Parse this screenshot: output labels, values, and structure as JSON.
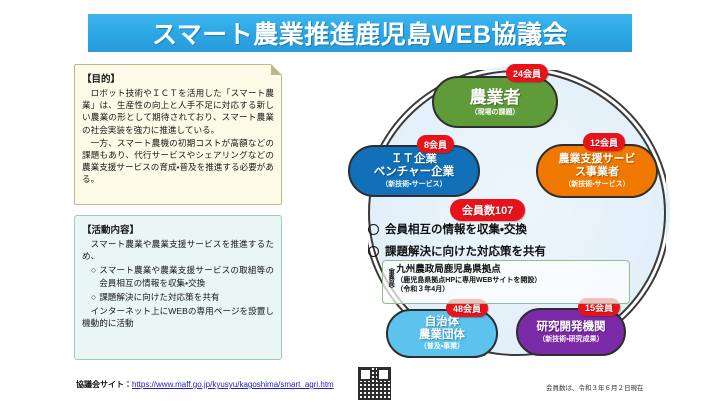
{
  "header": {
    "title": "スマート農業推進鹿児島WEB協議会"
  },
  "purpose_panel": {
    "heading": "【目的】",
    "paragraphs": [
      "ロボット技術やＩＣＴを活用した「スマート農業」は、生産性の向上と人手不足に対応する新しい農業の形として期待されており、スマート農業の社会実装を強力に推進している。",
      "一方、スマート農機の初期コストが高額などの課題もあり、代行サービスやシェアリングなどの農業支援サービスの育成・普及を推進する必要がある。"
    ]
  },
  "activity_panel": {
    "heading": "【活動内容】",
    "lead": "スマート農業や農業支援サービスを推進するため、",
    "bullets": [
      {
        "marker": "○",
        "text": "スマート農業や農業支援サービスの取組等の会員相互の情報を収集・交換"
      },
      {
        "marker": "○",
        "text": "課題解決に向けた対応策を共有"
      }
    ],
    "closing": "インターネット上にWEBの専用ページを設置し機動的に活動"
  },
  "diagram": {
    "total_badge": "会員数107",
    "nodes": [
      {
        "id": "farmer",
        "name": "農業者",
        "name2": "",
        "sub": "（現場の課題）",
        "badge": "24会員",
        "color": "#5f9b38"
      },
      {
        "id": "it",
        "name": "ＩＴ企業",
        "name2": "ベンチャー企業",
        "sub": "（新技術・サービス）",
        "badge": "8会員",
        "color": "#1270b8"
      },
      {
        "id": "support",
        "name": "農業支援サービ",
        "name2": "ス事業者",
        "sub": "（新技術・サービス）",
        "badge": "12会員",
        "color": "#f07800"
      },
      {
        "id": "local",
        "name": "自治体",
        "name2": "農業団体",
        "sub": "（普及・事業）",
        "badge": "48会員",
        "color": "#5cc2ee"
      },
      {
        "id": "rd",
        "name": "研究開発機関",
        "name2": "",
        "sub": "（新技術・研究成果）",
        "badge": "15会員",
        "color": "#7b2aa8"
      }
    ],
    "center_items": [
      "会員相互の情報を収集・交換",
      "課題解決に向けた対応策を共有"
    ],
    "office": {
      "label": "（事務局）",
      "line1": "九州農政局鹿児島県拠点",
      "line2": "（鹿児島県拠点HPに専用WEBサイトを開設）",
      "line3": "（令和３年4月）"
    }
  },
  "footer": {
    "site_label": "協議会サイト：",
    "site_url": "https://www.maff.go.jp/kyusyu/kagoshima/smart_agri.htm",
    "note": "会員数は、令和３年６月２日現在"
  }
}
